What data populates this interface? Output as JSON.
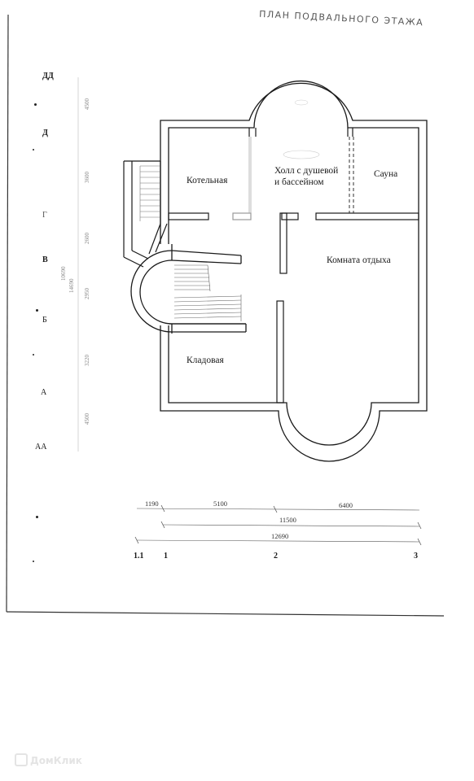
{
  "title": "ПЛАН ПОДВАЛЬНОГО ЭТАЖА",
  "rooms": {
    "boiler": "Котельная",
    "hall_line1": "Холл с душевой",
    "hall_line2": "и бассейном",
    "sauna": "Сауна",
    "rest": "Комната отдыха",
    "storage": "Кладовая"
  },
  "row_axes": [
    "ДД",
    "Д",
    "Г",
    "В",
    "Б",
    "А",
    "АА"
  ],
  "col_axes": [
    "1.1",
    "1",
    "2",
    "3"
  ],
  "dimensions": {
    "d1": "1190",
    "d2": "5100",
    "d3": "6400",
    "d4": "11500",
    "d5": "12690"
  },
  "vertical_dims": [
    "4500",
    "3600",
    "2600",
    "10690",
    "14690",
    "2950",
    "3220",
    "4500"
  ],
  "watermark": "ДомКлик"
}
